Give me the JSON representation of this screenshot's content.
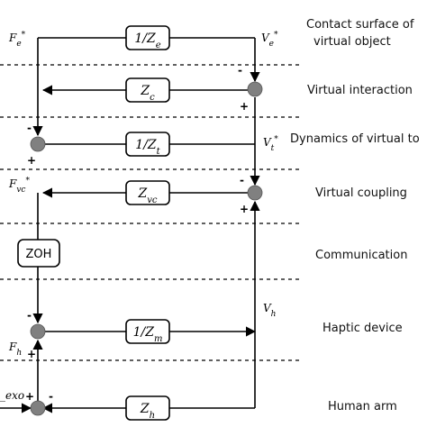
{
  "layers": {
    "contact_line1": "Contact surface of",
    "contact_line2": "virtual object",
    "virtual_interaction": "Virtual interaction",
    "dynamics_virtual_tool": "Dynamics of virtual to",
    "virtual_coupling": "Virtual coupling",
    "communication": "Communication",
    "haptic_device": "Haptic device",
    "human_arm": "Human arm"
  },
  "blocks": {
    "ze_inv": "1/Z",
    "ze_sub": "e",
    "zc": "Z",
    "zc_sub": "c",
    "zt_inv": "1/Z",
    "zt_sub": "t",
    "zvc": "Z",
    "zvc_sub": "vc",
    "zoh": "ZOH",
    "zm_inv": "1/Z",
    "zm_sub": "m",
    "zh": "Z",
    "zh_sub": "h"
  },
  "signals": {
    "fe": "F",
    "fe_sub": "e",
    "fe_sup": "*",
    "ve": "V",
    "ve_sub": "e",
    "ve_sup": "*",
    "vt": "V",
    "vt_sub": "t",
    "vt_sup": "*",
    "fvc": "F",
    "fvc_sub": "vc",
    "fvc_sup": "*",
    "vh": "V",
    "vh_sub": "h",
    "fh": "F",
    "fh_sub": "h",
    "exo": "_exo"
  },
  "signs": {
    "minus": "-",
    "plus": "+"
  }
}
